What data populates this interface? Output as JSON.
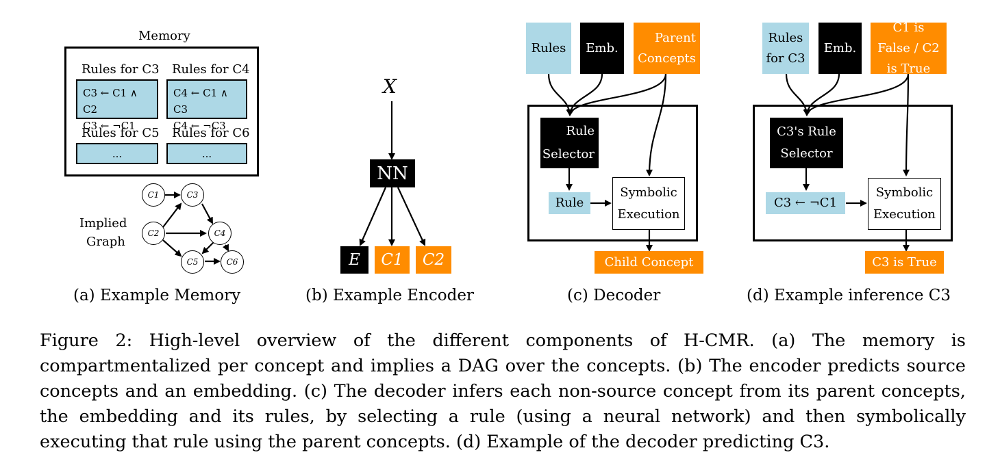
{
  "panel_a": {
    "memory_title": "Memory",
    "cells": [
      {
        "title": "Rules for C3",
        "lines": [
          "C3 ← C1 ∧ C2",
          "C3 ← ¬C1"
        ]
      },
      {
        "title": "Rules for C4",
        "lines": [
          "C4 ← C1 ∧ C3",
          "C4 ← ¬C3"
        ]
      },
      {
        "title": "Rules for C5",
        "lines": [
          "..."
        ]
      },
      {
        "title": "Rules for C6",
        "lines": [
          "..."
        ]
      }
    ],
    "graph_label_1": "Implied",
    "graph_label_2": "Graph",
    "nodes": [
      "C1",
      "C2",
      "C3",
      "C4",
      "C5",
      "C6"
    ],
    "caption": "(a) Example Memory"
  },
  "panel_b": {
    "input": "X",
    "network": "NN",
    "outputs": [
      "E",
      "C1",
      "C2"
    ],
    "caption": "(b) Example Encoder"
  },
  "panel_c": {
    "inputs": [
      "Rules",
      "Emb.",
      "Parent Concepts"
    ],
    "selector": "Rule Selector",
    "rule": "Rule",
    "execution": "Symbolic Execution",
    "output": "Child Concept",
    "caption": "(c) Decoder"
  },
  "panel_d": {
    "inputs": [
      "Rules for C3",
      "Emb.",
      "C1 is False / C2 is True"
    ],
    "selector": "C3's Rule Selector",
    "rule": "C3 ← ¬C1",
    "execution": "Symbolic Execution",
    "output": "C3 is True",
    "caption": "(d) Example inference C3"
  },
  "figure_caption": "Figure 2: High-level overview of the different components of H-CMR. (a) The memory is compartmentalized per concept and implies a DAG over the concepts. (b) The encoder predicts source concepts and an embedding. (c) The decoder infers each non-source concept from its parent concepts, the embedding and its rules, by selecting a rule (using a neural network) and then symbolically executing that rule using the parent concepts. (d) Example of the decoder predicting C3.",
  "colors": {
    "blue": "#add8e6",
    "orange": "#ff8c00",
    "black": "#000000"
  }
}
